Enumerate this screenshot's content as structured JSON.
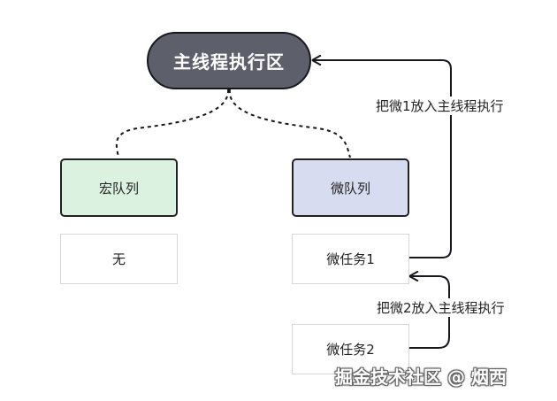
{
  "diagram": {
    "main_thread": "主线程执行区",
    "macro_queue": "宏队列",
    "micro_queue": "微队列",
    "macro_task_none": "无",
    "micro_task_1": "微任务1",
    "micro_task_2": "微任务2",
    "arrow_label_1": "把微1放入主线程执行",
    "arrow_label_2": "把微2放入主线程执行"
  },
  "watermark": "掘金技术社区 @ 烟西",
  "colors": {
    "main_fill": "#5d5f6b",
    "macro_fill": "#dcf2e1",
    "micro_fill": "#d8dcf0",
    "line": "#17181d"
  }
}
